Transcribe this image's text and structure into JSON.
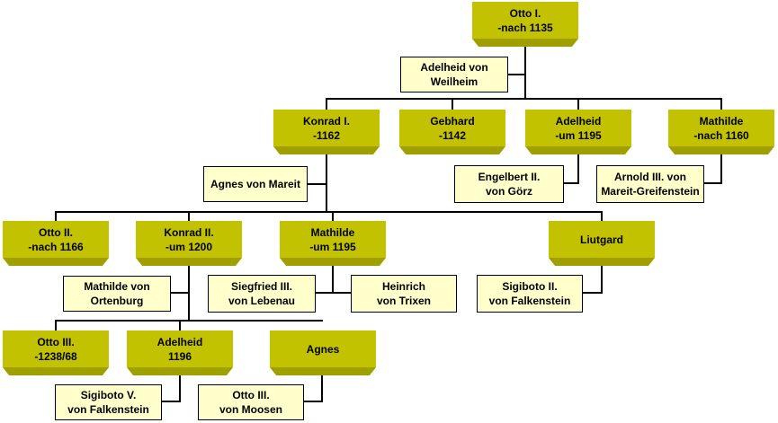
{
  "colors": {
    "person_fill": "#c2c200",
    "spouse_fill": "#ffffcc",
    "line": "#000000"
  },
  "persons": {
    "otto1": {
      "line1": "Otto I.",
      "line2": "-nach 1135"
    },
    "konrad1": {
      "line1": "Konrad I.",
      "line2": "-1162"
    },
    "gebhard": {
      "line1": "Gebhard",
      "line2": "-1142"
    },
    "adelheid1": {
      "line1": "Adelheid",
      "line2": "-um 1195"
    },
    "mathilde1": {
      "line1": "Mathilde",
      "line2": "-nach 1160"
    },
    "otto2": {
      "line1": "Otto II.",
      "line2": "-nach 1166"
    },
    "konrad2": {
      "line1": "Konrad II.",
      "line2": "-um 1200"
    },
    "mathilde2": {
      "line1": "Mathilde",
      "line2": "-um 1195"
    },
    "liutgard": {
      "line1": "Liutgard",
      "line2": ""
    },
    "otto3": {
      "line1": "Otto III.",
      "line2": "-1238/68"
    },
    "adelheid2": {
      "line1": "Adelheid",
      "line2": "1196"
    },
    "agnes": {
      "line1": "Agnes",
      "line2": ""
    }
  },
  "spouses": {
    "adelheid_weilheim": {
      "line1": "Adelheid von",
      "line2": "Weilheim"
    },
    "agnes_mareit": {
      "line1": "Agnes von Mareit",
      "line2": ""
    },
    "engelbert": {
      "line1": "Engelbert II.",
      "line2": "von Görz"
    },
    "arnold": {
      "line1": "Arnold III. von",
      "line2": "Mareit-Greifenstein"
    },
    "mathilde_ortenburg": {
      "line1": "Mathilde von",
      "line2": "Ortenburg"
    },
    "siegfried": {
      "line1": "Siegfried III.",
      "line2": "von Lebenau"
    },
    "heinrich": {
      "line1": "Heinrich",
      "line2": "von Trixen"
    },
    "sigiboto2": {
      "line1": "Sigiboto II.",
      "line2": "von Falkenstein"
    },
    "sigiboto5": {
      "line1": "Sigiboto V.",
      "line2": "von Falkenstein"
    },
    "otto3_moosen": {
      "line1": "Otto III.",
      "line2": "von Moosen"
    }
  }
}
